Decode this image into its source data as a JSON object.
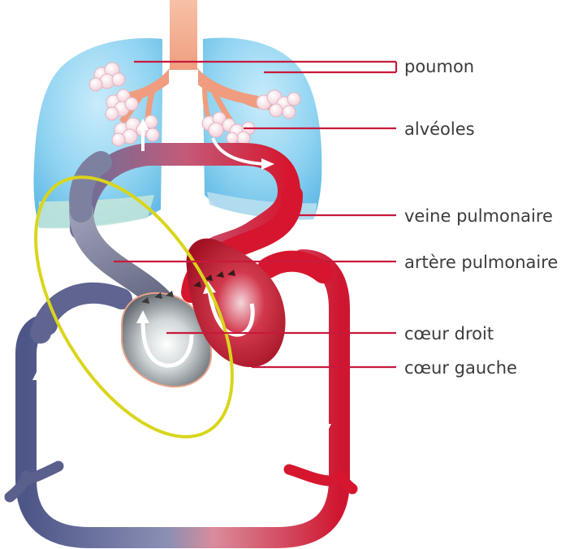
{
  "labels": {
    "poumon": "poumon",
    "alveoles": "alvéoles",
    "veine_pulmonaire": "veine pulmonaire",
    "artere_pulmonaire": "artère pulmonaire",
    "coeur_droit": "cœur droit",
    "coeur_gauche": "cœur gauche"
  },
  "colors": {
    "leader_line": "#c8193c",
    "oxygenated": "#d6162e",
    "deoxygenated": "#5a5f8c",
    "lung": "#8fd3f1",
    "trachea": "#f0a283",
    "highlight_ellipse": "#d9d51c"
  }
}
